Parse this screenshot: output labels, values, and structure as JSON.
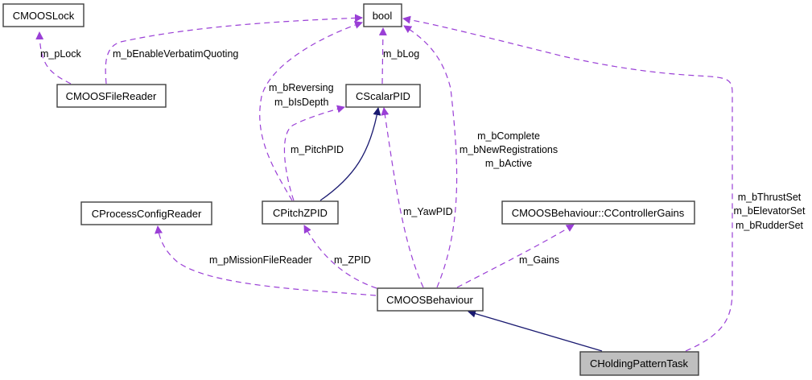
{
  "colors": {
    "usage_edge": "#9a3fd6",
    "inheritance_edge": "#191970",
    "focus_node_fill": "#bfbfbf"
  },
  "nodes": {
    "cmooslock": "CMOOSLock",
    "bool": "bool",
    "cmoosfilereader": "CMOOSFileReader",
    "cscalarpid": "CScalarPID",
    "cprocessconfigreader": "CProcessConfigReader",
    "cpitchzpid": "CPitchZPID",
    "controllergains": "CMOOSBehaviour::CControllerGains",
    "cmoosbehaviour": "CMOOSBehaviour",
    "choldingpatterntask": "CHoldingPatternTask"
  },
  "edge_labels": {
    "plock": "m_pLock",
    "verbatim": "m_bEnableVerbatimQuoting",
    "blog": "m_bLog",
    "reversing": [
      "m_bReversing",
      "m_bIsDepth"
    ],
    "pitchpid": "m_PitchPID",
    "complete": [
      "m_bComplete",
      "m_bNewRegistrations",
      "m_bActive"
    ],
    "yawpid": "m_YawPID",
    "missionfile": "m_pMissionFileReader",
    "zpid": "m_ZPID",
    "gains": "m_Gains",
    "thrust": [
      "m_bThrustSet",
      "m_bElevatorSet",
      "m_bRudderSet"
    ]
  }
}
